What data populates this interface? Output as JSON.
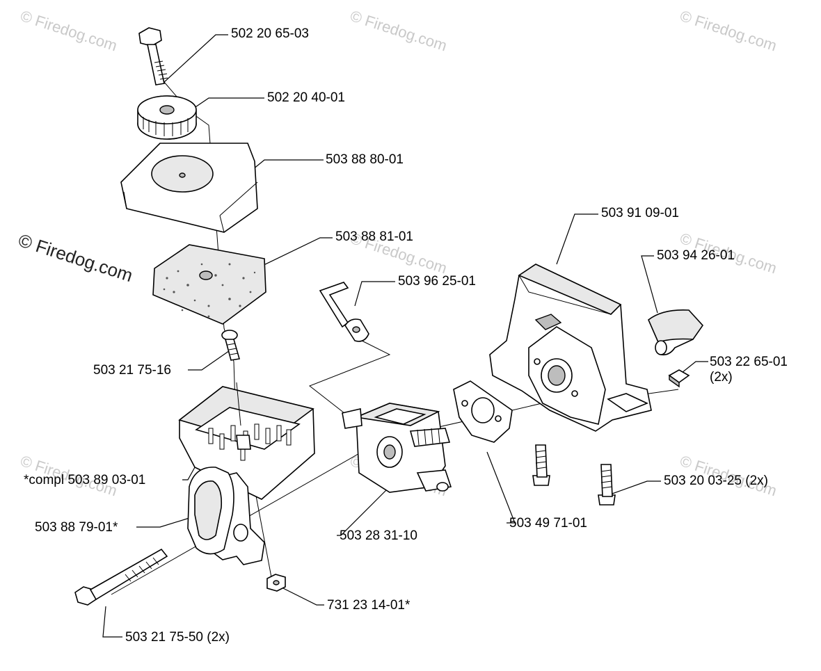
{
  "watermark": {
    "text": "© Firedog.com"
  },
  "labels": {
    "bolt": "502 20 65-03",
    "knob": "502 20 40-01",
    "cover": "503 88 80-01",
    "filter": "503 88 81-01",
    "filter_screw": "503 21 75-16",
    "housing_compl": "*compl 503 89 03-01",
    "grip": "503 88 79-01*",
    "long_screw": "503 21 75-50 (2x)",
    "nut": "731 23 14-01*",
    "carburetor": "503 28 31-10",
    "gasket": "503 49 71-01",
    "link": "503 96 25-01",
    "shield": "503 91 09-01",
    "clip": "503 94 26-01",
    "square_nut": "503 22 65-01",
    "square_nut_qty": "(2x)",
    "mount_screws": "503 20 03-25 (2x)"
  }
}
